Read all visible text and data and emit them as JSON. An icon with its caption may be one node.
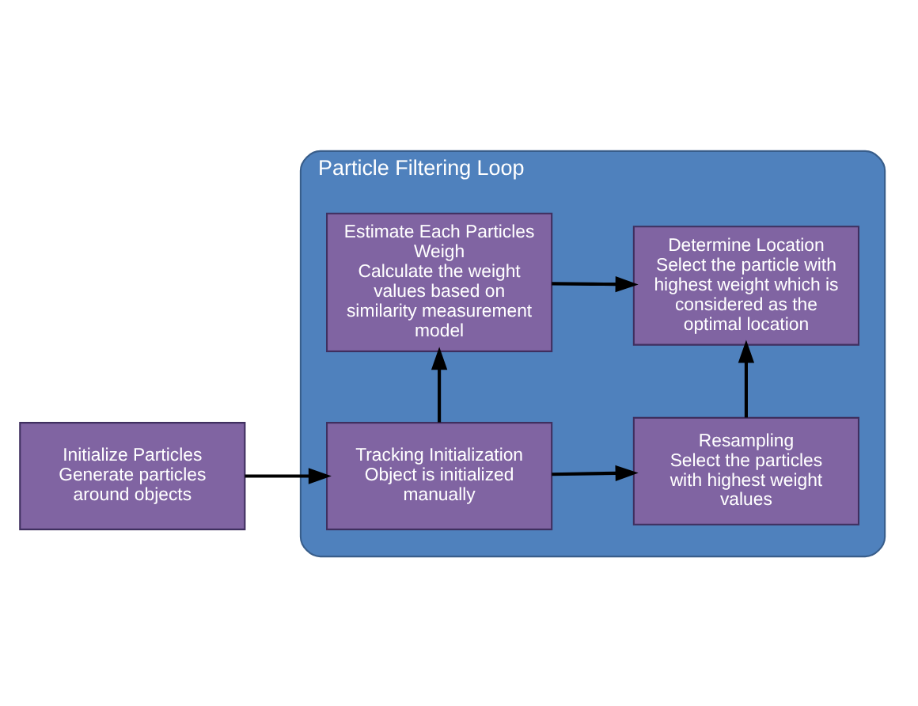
{
  "diagram": {
    "nodes": [
      {
        "text": [
          "Particle Filtering Loop"
        ]
      },
      {
        "text": [
          "Initialize Particles",
          "Generate particles around objects"
        ]
      },
      {
        "text": [
          "Tracking Initialization",
          "Object is initialized manually"
        ],
        "in": 0
      },
      {
        "text": [
          "Resampling",
          "Select the particles with highest weight values"
        ],
        "in": 0
      },
      {
        "text": [
          "Estimate Each Particles Weigh",
          "Calculate the weight values based on similarity measurement model"
        ],
        "in": 0
      },
      {
        "text": [
          "Determine Location",
          "Select the particle with highest weight which is considered as the optimal location"
        ],
        "in": 0
      }
    ],
    "edges": [
      {
        "from": 1,
        "to": 2,
        "arrow": "to"
      },
      {
        "from": 2,
        "to": 3,
        "arrow": "to"
      },
      {
        "from": 2,
        "to": 4,
        "arrow": "to"
      },
      {
        "from": 3,
        "to": 5,
        "arrow": "to"
      },
      {
        "from": 4,
        "to": 5,
        "arrow": "to"
      }
    ]
  }
}
